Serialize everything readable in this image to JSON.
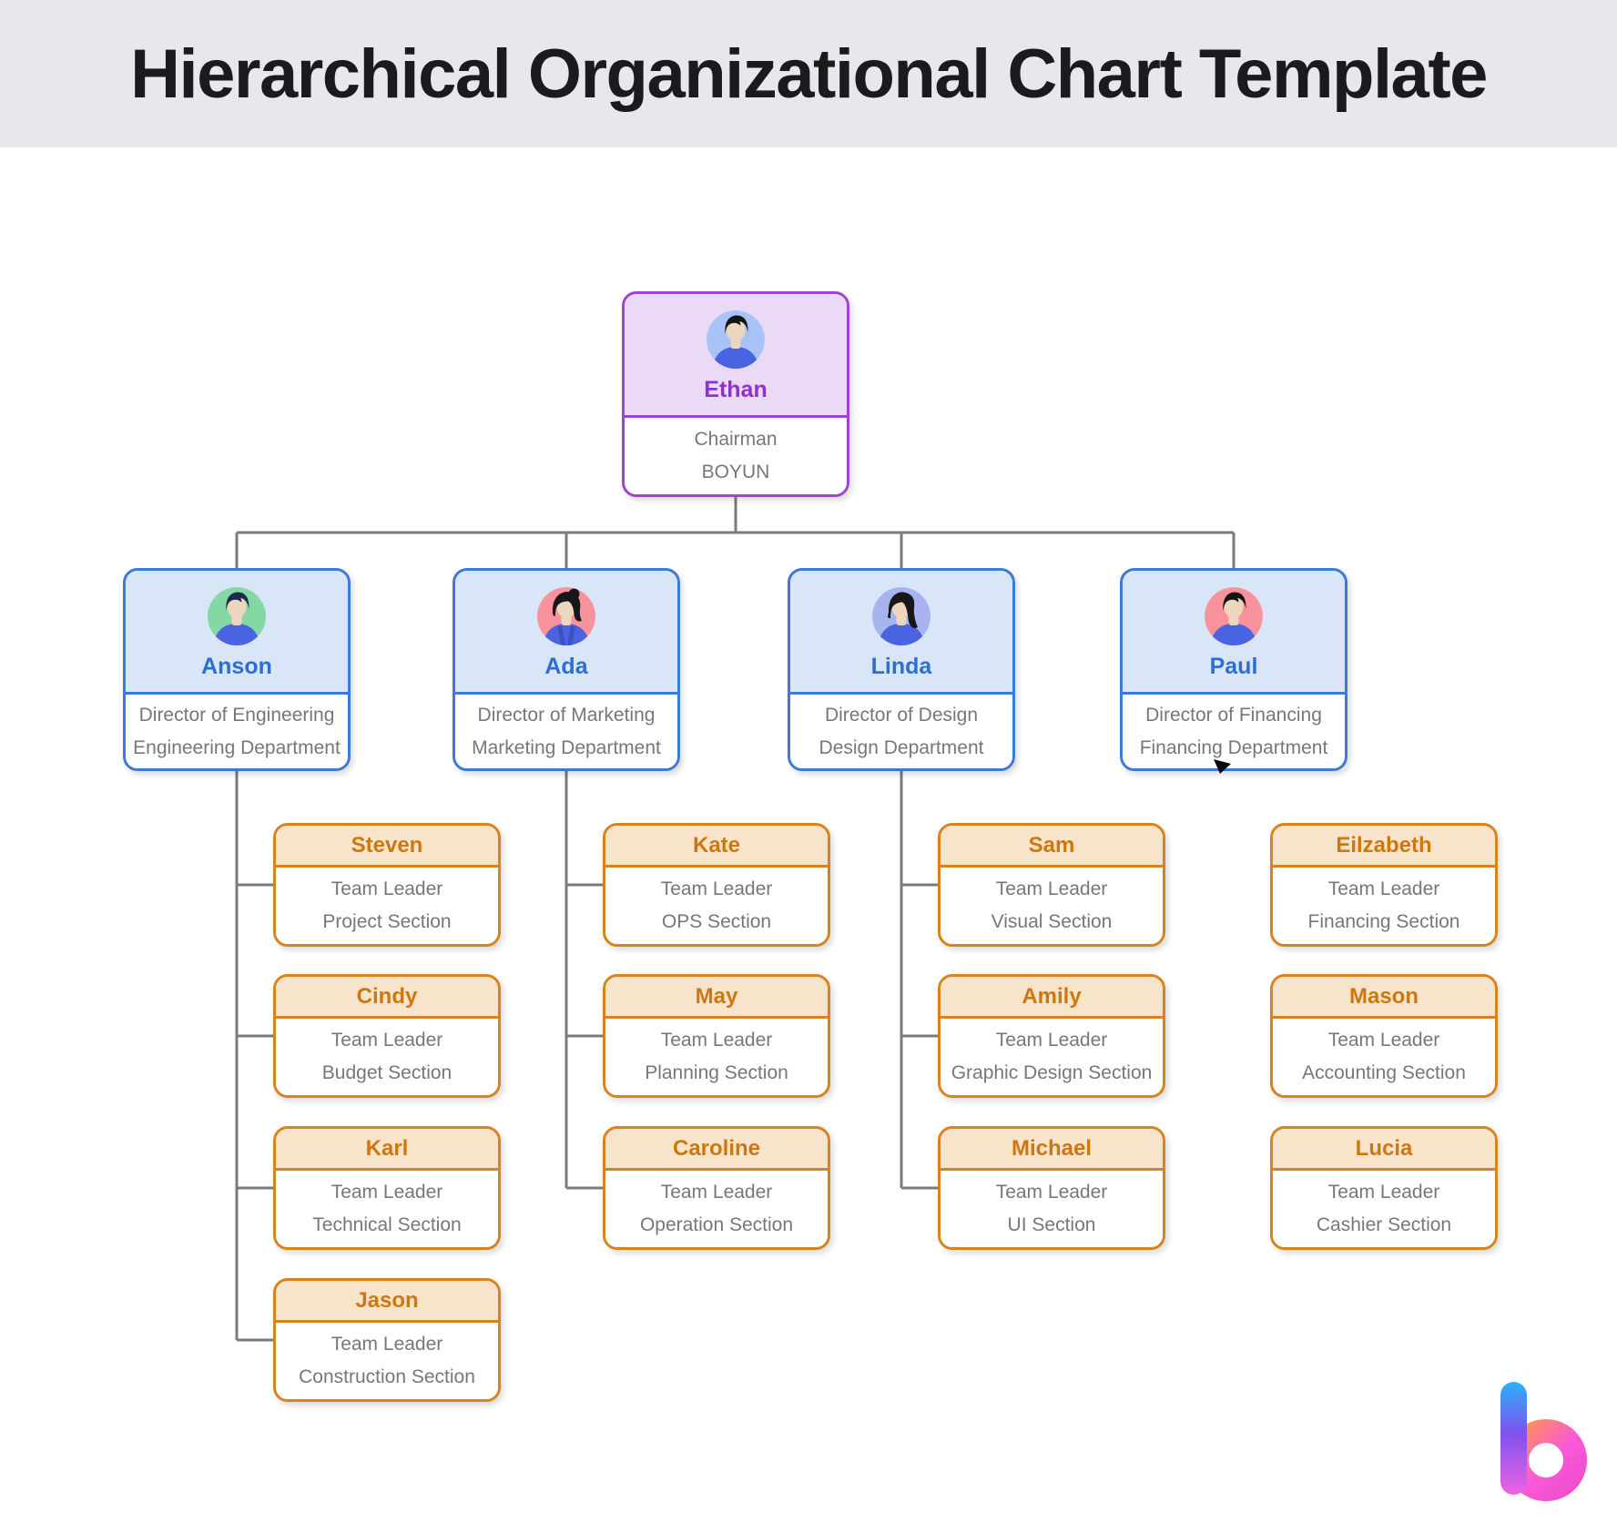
{
  "title": "Hierarchical Organizational Chart Template",
  "colors": {
    "banner_bg": "#e8e8ec",
    "canvas_bg": "#ffffff",
    "connector": "#7a7b7d",
    "purple_border": "#a242d3",
    "purple_fill": "#eadaf6",
    "purple_name": "#9130ca",
    "blue_border": "#3b7ad9",
    "blue_fill": "#d8e6f8",
    "blue_name": "#2d6fd1",
    "orange_border": "#d8831e",
    "orange_fill": "#f8e4cb",
    "orange_name": "#ce770f",
    "body_text": "#76777a"
  },
  "root": {
    "name": "Ethan",
    "line1": "Chairman",
    "line2": "BOYUN",
    "avatar": {
      "icon": "person-male-avatar",
      "bg": "#a9c3f7",
      "hair": "#141416",
      "outfit": "#4a63e0",
      "skin": "#ecd7be",
      "variant": "man"
    }
  },
  "directors": [
    {
      "name": "Anson",
      "line1": "Director of Engineering",
      "line2": "Engineering Department",
      "avatar": {
        "icon": "person-male-avatar",
        "bg": "#85d8a3",
        "hair": "#1c2a4f",
        "outfit": "#4a63e0",
        "skin": "#ecd7be",
        "variant": "man"
      },
      "children_linked": true,
      "children": [
        {
          "name": "Steven",
          "line1": "Team Leader",
          "line2": "Project Section"
        },
        {
          "name": "Cindy",
          "line1": "Team Leader",
          "line2": "Budget Section"
        },
        {
          "name": "Karl",
          "line1": "Team Leader",
          "line2": "Technical Section"
        },
        {
          "name": "Jason",
          "line1": "Team Leader",
          "line2": "Construction Section"
        }
      ]
    },
    {
      "name": "Ada",
      "line1": "Director of Marketing",
      "line2": "Marketing Department",
      "avatar": {
        "icon": "person-female-bun-avatar",
        "bg": "#f9929a",
        "hair": "#17171a",
        "outfit": "#4a63e0",
        "skin": "#ecd7be",
        "variant": "bun"
      },
      "children_linked": true,
      "children": [
        {
          "name": "Kate",
          "line1": "Team Leader",
          "line2": "OPS Section"
        },
        {
          "name": "May",
          "line1": "Team Leader",
          "line2": "Planning Section"
        },
        {
          "name": "Caroline",
          "line1": "Team Leader",
          "line2": "Operation Section"
        }
      ]
    },
    {
      "name": "Linda",
      "line1": "Director of Design",
      "line2": "Design Department",
      "avatar": {
        "icon": "person-female-long-hair-avatar",
        "bg": "#a8b4ef",
        "hair": "#17171a",
        "outfit": "#4a63e0",
        "skin": "#ecd7be",
        "variant": "long"
      },
      "children_linked": true,
      "children": [
        {
          "name": "Sam",
          "line1": "Team Leader",
          "line2": "Visual Section"
        },
        {
          "name": "Amily",
          "line1": "Team Leader",
          "line2": "Graphic Design Section"
        },
        {
          "name": "Michael",
          "line1": "Team Leader",
          "line2": "UI Section"
        }
      ]
    },
    {
      "name": "Paul",
      "line1": "Director of Financing",
      "line2": "Financing Department",
      "avatar": {
        "icon": "person-male-avatar",
        "bg": "#f9929a",
        "hair": "#141416",
        "outfit": "#4a63e0",
        "skin": "#ecd7be",
        "variant": "man"
      },
      "children_linked": false,
      "children": [
        {
          "name": "Eilzabeth",
          "line1": "Team Leader",
          "line2": "Financing Section"
        },
        {
          "name": "Mason",
          "line1": "Team Leader",
          "line2": "Accounting Section"
        },
        {
          "name": "Lucia",
          "line1": "Team Leader",
          "line2": "Cashier Section"
        }
      ]
    }
  ],
  "cursor": {
    "icon": "cursor-arrow",
    "color": "#0b0b0b"
  },
  "logo": {
    "icon": "b-logo",
    "mark": "b",
    "gradient_stem": [
      "#2cb2f8",
      "#7e52f0",
      "#ef63e2"
    ],
    "gradient_ring": [
      "#ff9255",
      "#fa5ad8",
      "#ee4ecd"
    ]
  }
}
